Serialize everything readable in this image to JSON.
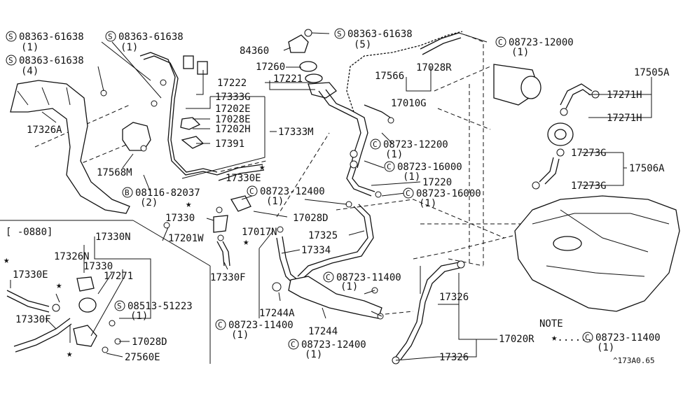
{
  "labels": {
    "s_61638_a": "08363-61638",
    "s_61638_a_q": "(1)",
    "s_61638_b": "08363-61638",
    "s_61638_b_q": "(1)",
    "s_61638_c": "08363-61638",
    "s_61638_c_q": "(4)",
    "s_61638_d": "08363-61638",
    "s_61638_d_q": "(5)",
    "c_12000": "08723-12000",
    "c_12000_q": "(1)",
    "p_84360": "84360",
    "p_17260": "17260",
    "p_17028R": "17028R",
    "p_17566": "17566",
    "p_17505A": "17505A",
    "p_17222": "17222",
    "p_17221": "17221",
    "p_17333G": "17333G",
    "p_17202E": "17202E",
    "p_17028E": "17028E",
    "p_17202H": "17202H",
    "p_17333M": "17333M",
    "p_17010G": "17010G",
    "p_17271H_a": "17271H",
    "p_17271H_b": "17271H",
    "p_17326A": "17326A",
    "p_17391": "17391",
    "c_12200": "08723-12200",
    "c_12200_q": "(1)",
    "p_17273G_a": "17273G",
    "p_17273G_b": "17273G",
    "p_17506A": "17506A",
    "p_17568M": "17568M",
    "p_17330E": "17330E",
    "c_16000_a": "08723-16000",
    "c_16000_a_q": "(1)",
    "p_17220": "17220",
    "b_82037": "08116-82037",
    "b_82037_q": "(2)",
    "c_12400_a": "08723-12400",
    "c_12400_a_q": "(1)",
    "c_16000_b": "08723-16000",
    "c_16000_b_q": "(1)",
    "p_17330": "17330",
    "p_17028D": "17028D",
    "p_17017N": "17017N",
    "p_17325": "17325",
    "bracket": "[    -0880]",
    "p_17330N": "17330N",
    "p_17201W": "17201W",
    "p_17334": "17334",
    "p_17326N": "17326N",
    "p_17330_b": "17330",
    "p_17271": "17271",
    "p_17330F_a": "17330F",
    "c_11400_a": "08723-11400",
    "c_11400_a_q": "(1)",
    "p_17330E_b": "17330E",
    "p_17326_a": "17326",
    "s_51223": "08513-51223",
    "s_51223_q": "(1)",
    "p_17244A": "17244A",
    "p_17330F_b": "17330F",
    "c_11400_b": "08723-11400",
    "c_11400_b_q": "(1)",
    "p_17244": "17244",
    "p_17028D_b": "17028D",
    "p_17020R": "17020R",
    "c_12400_b": "08723-12400",
    "c_12400_b_q": "(1)",
    "p_27560E": "27560E",
    "p_17326_b": "17326",
    "note_title": "NOTE",
    "note_text": "★......",
    "c_11400_note": "08723-11400",
    "c_11400_note_q": "(1)",
    "figure_code": "^173A0.65"
  },
  "symbols": {
    "screw": "S",
    "clamp": "C",
    "bolt": "B",
    "star": "★"
  }
}
